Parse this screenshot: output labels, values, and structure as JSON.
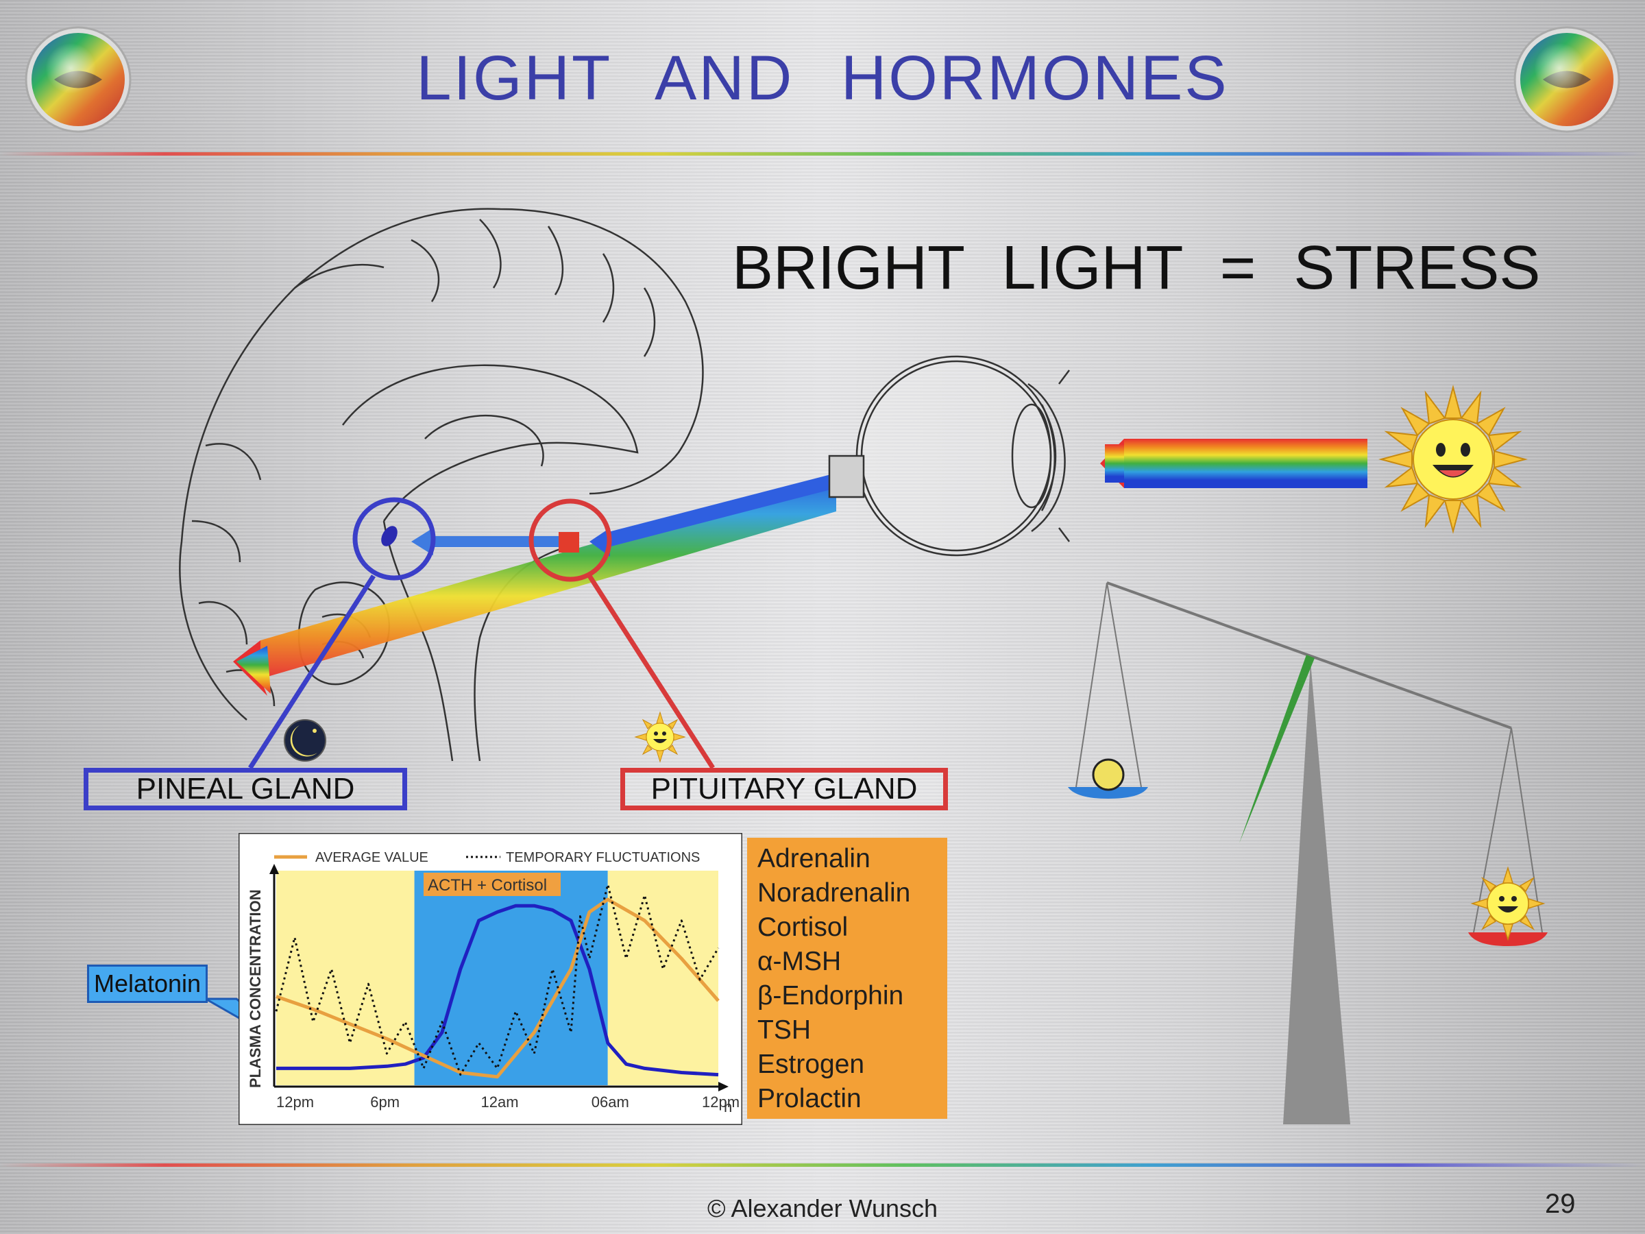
{
  "slide": {
    "title": "LIGHT AND HORMONES",
    "headline": "BRIGHT LIGHT = STRESS",
    "pineal_label": "PINEAL GLAND",
    "pituitary_label": "PITUITARY GLAND",
    "hormones": [
      "Adrenalin",
      "Noradrenalin",
      "Cortisol",
      "α-MSH",
      "β-Endorphin",
      "TSH",
      "Estrogen",
      "Prolactin"
    ],
    "footer": "© Alexander Wunsch",
    "page_number": "29",
    "icons": [
      "rainbow-globe-icon",
      "sun-face-icon",
      "moon-face-icon",
      "eye-icon",
      "brain-icon",
      "balance-scale-icon"
    ]
  },
  "chart_data": {
    "type": "line",
    "ylabel": "PLASMA CONCENTRATION",
    "xlabel": "h",
    "x_ticks": [
      "12pm",
      "6pm",
      "12am",
      "06am",
      "12pm"
    ],
    "x_hours": [
      12,
      18,
      24,
      30,
      36
    ],
    "xlim": [
      12,
      36
    ],
    "ylim": [
      0,
      1
    ],
    "background_phases": [
      {
        "phase": "day",
        "from": 12,
        "to": 19.5
      },
      {
        "phase": "night",
        "from": 19.5,
        "to": 30
      },
      {
        "phase": "day",
        "from": 30,
        "to": 36
      }
    ],
    "legend": [
      {
        "label": "AVERAGE VALUE",
        "style": "solid",
        "color": "#e8a040"
      },
      {
        "label": "TEMPORARY FLUCTUATIONS",
        "style": "dotted",
        "color": "#111111"
      }
    ],
    "annotations": [
      "ACTH + Cortisol",
      "Melatonin"
    ],
    "series": [
      {
        "name": "Melatonin",
        "color": "#2020c0",
        "style": "solid",
        "x": [
          12,
          14,
          16,
          18,
          19,
          20,
          21,
          22,
          23,
          24,
          25,
          26,
          27,
          28,
          29,
          30,
          31,
          32,
          34,
          36
        ],
        "y": [
          0.08,
          0.08,
          0.08,
          0.09,
          0.1,
          0.13,
          0.25,
          0.55,
          0.78,
          0.82,
          0.85,
          0.85,
          0.83,
          0.78,
          0.55,
          0.2,
          0.1,
          0.08,
          0.06,
          0.05
        ]
      },
      {
        "name": "ACTH + Cortisol",
        "color": "#e8a040",
        "style": "solid",
        "x": [
          12,
          14,
          16,
          18,
          20,
          22,
          24,
          26,
          28,
          29,
          30,
          32,
          34,
          36
        ],
        "y": [
          0.42,
          0.36,
          0.29,
          0.22,
          0.14,
          0.06,
          0.04,
          0.25,
          0.55,
          0.82,
          0.88,
          0.78,
          0.6,
          0.4
        ]
      },
      {
        "name": "Temporary fluctuations",
        "color": "#111111",
        "style": "dotted",
        "x": [
          12,
          13,
          14,
          15,
          16,
          17,
          18,
          19,
          20,
          21,
          22,
          23,
          24,
          25,
          26,
          27,
          28,
          28.5,
          29,
          30,
          31,
          32,
          33,
          34,
          35,
          36
        ],
        "y": [
          0.35,
          0.7,
          0.3,
          0.55,
          0.2,
          0.48,
          0.15,
          0.3,
          0.08,
          0.3,
          0.05,
          0.2,
          0.08,
          0.35,
          0.15,
          0.55,
          0.25,
          0.8,
          0.6,
          0.95,
          0.6,
          0.9,
          0.55,
          0.78,
          0.5,
          0.65
        ]
      }
    ]
  }
}
